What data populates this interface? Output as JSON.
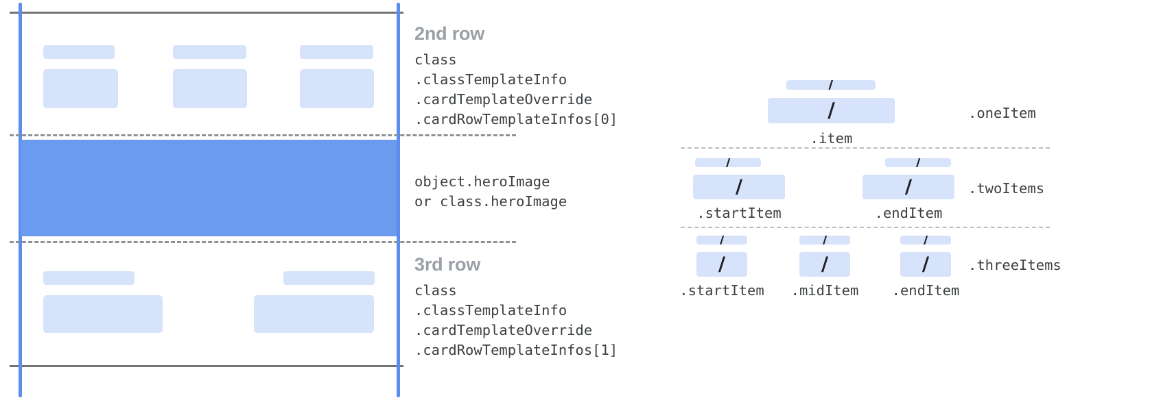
{
  "left_panel": {
    "rows": [
      {
        "title": "2nd row",
        "code": "class\n.classTemplateInfo\n.cardTemplateOverride\n.cardRowTemplateInfos[0]"
      },
      {
        "title": "",
        "code": "object.heroImage\nor class.heroImage"
      },
      {
        "title": "3rd row",
        "code": "class\n.classTemplateInfo\n.cardTemplateOverride\n.cardRowTemplateInfos[1]"
      }
    ]
  },
  "right_panel": {
    "groups": [
      {
        "name": ".oneItem",
        "items": [
          ".item"
        ],
        "slash": "/"
      },
      {
        "name": ".twoItems",
        "items": [
          ".startItem",
          ".endItem"
        ],
        "slash": "/"
      },
      {
        "name": ".threeItems",
        "items": [
          ".startItem",
          ".midItem",
          ".endItem"
        ],
        "slash": "/"
      }
    ]
  },
  "colors": {
    "guide_blue": "#5b8def",
    "hero_blue": "#6b9bee",
    "placeholder_blue": "#d7e2fb",
    "rule_gray": "#6f7478",
    "dash_gray": "#8e9297",
    "title_gray": "#9aa0a6",
    "code_gray": "#3c4043"
  }
}
